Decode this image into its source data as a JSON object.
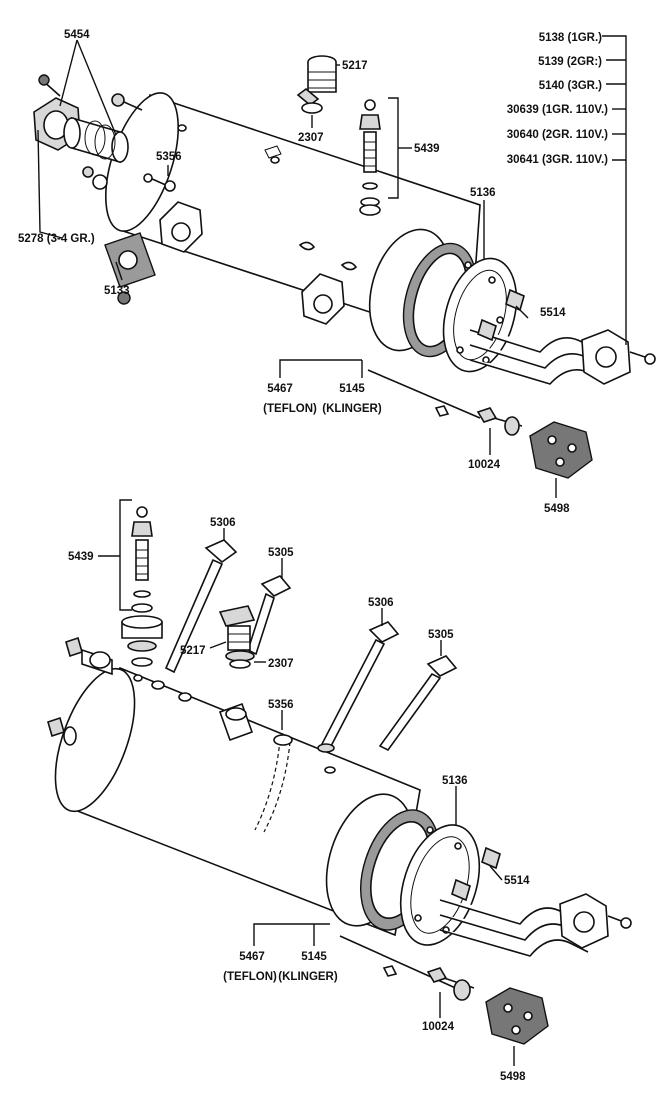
{
  "upper_assembly": {
    "labels": {
      "p5454": "5454",
      "p5217": "5217",
      "p2307": "2307",
      "p5439": "5439",
      "p5356": "5356",
      "p5278": "5278 (3-4 GR.)",
      "p5133": "5133",
      "p5136": "5136",
      "p5514": "5514",
      "p5467": "5467",
      "p5467_note": "(TEFLON)",
      "p5145": "5145",
      "p5145_note": "(KLINGER)",
      "p10024": "10024",
      "p5498": "5498"
    },
    "element_variants": [
      "5138 (1GR.)",
      "5139 (2GR:)",
      "5140 (3GR.)",
      "30639 (1GR. 110V.)",
      "30640 (2GR. 110V.)",
      "30641 (3GR. 110V.)"
    ]
  },
  "lower_assembly": {
    "labels": {
      "p5439": "5439",
      "p5306a": "5306",
      "p5305a": "5305",
      "p5217": "5217",
      "p2307": "2307",
      "p5306b": "5306",
      "p5305b": "5305",
      "p5356": "5356",
      "p5136": "5136",
      "p5514": "5514",
      "p5467": "5467",
      "p5467_note": "(TEFLON)",
      "p5145": "5145",
      "p5145_note": "(KLINGER)",
      "p10024": "10024",
      "p5498": "5498"
    }
  }
}
